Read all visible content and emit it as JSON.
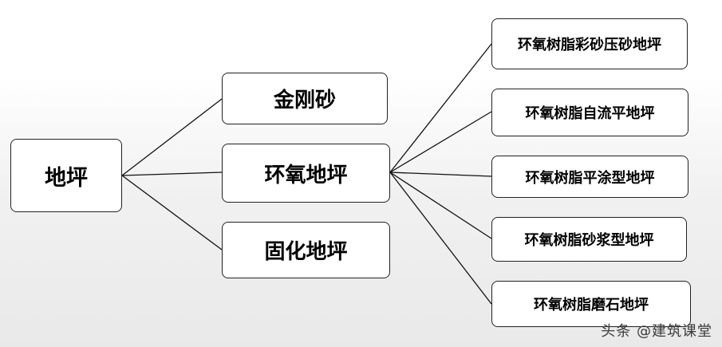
{
  "diagram": {
    "root": {
      "label": "地坪"
    },
    "level1": [
      {
        "label": "金刚砂"
      },
      {
        "label": "环氧地坪"
      },
      {
        "label": "固化地坪"
      }
    ],
    "level2": [
      {
        "label": "环氧树脂彩砂压砂地坪"
      },
      {
        "label": "环氧树脂自流平地坪"
      },
      {
        "label": "环氧树脂平涂型地坪"
      },
      {
        "label": "环氧树脂砂浆型地坪"
      },
      {
        "label": "环氧树脂磨石地坪"
      }
    ]
  },
  "watermark": {
    "text": "头条 @建筑课堂"
  },
  "colors": {
    "line": "#111111",
    "box_border": "#222222",
    "background": "#eeeeee"
  }
}
